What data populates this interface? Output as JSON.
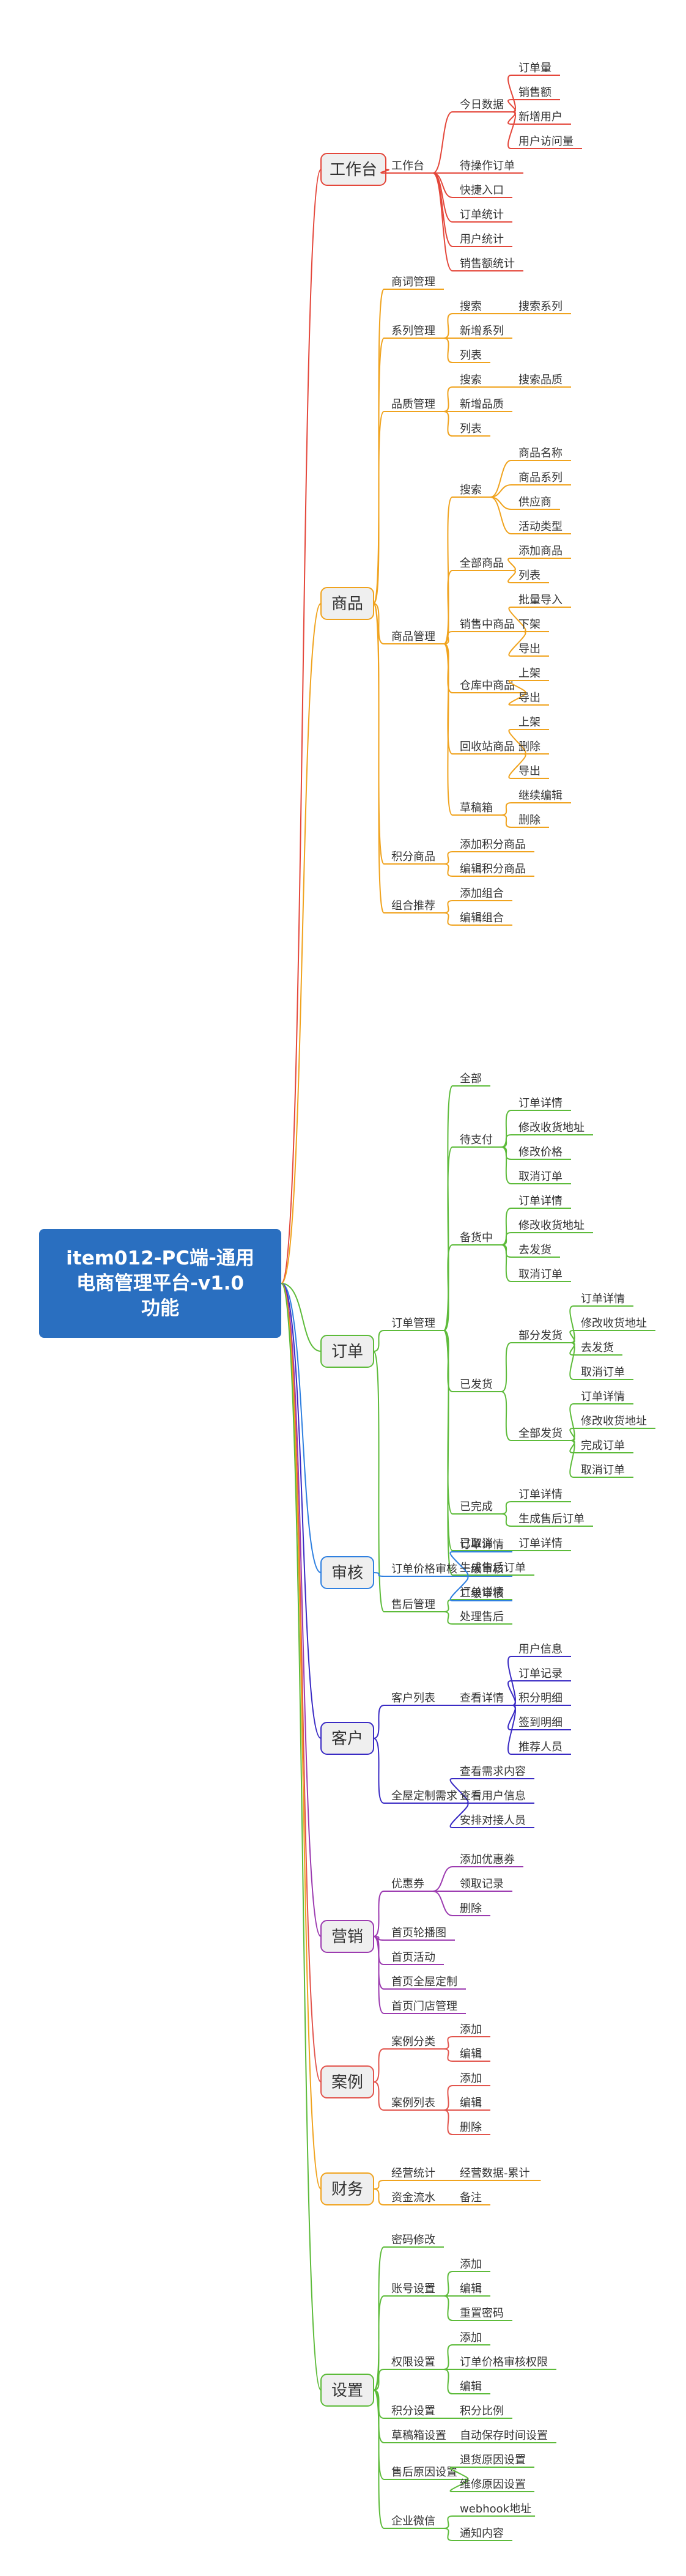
{
  "root": {
    "title": "item012-PC端-通用\n电商管理平台-v1.0\n功能"
  },
  "colors": {
    "root": "#2a6fc0",
    "工作台": "#e4473b",
    "商品": "#f0a31e",
    "订单": "#5dbb3a",
    "审核": "#2f80e0",
    "客户": "#3a2bc4",
    "营销": "#9c3bb0",
    "案例": "#e2554d",
    "财务": "#f0a31e",
    "设置": "#5dbb3a"
  },
  "branches": [
    {
      "label": "工作台",
      "children": [
        {
          "label": "工作台",
          "children": [
            {
              "label": "今日数据",
              "children": [
                {
                  "label": "订单量"
                },
                {
                  "label": "销售额"
                },
                {
                  "label": "新增用户"
                },
                {
                  "label": "用户访问量"
                }
              ]
            },
            {
              "label": "待操作订单"
            },
            {
              "label": "快捷入口"
            },
            {
              "label": "订单统计"
            },
            {
              "label": "用户统计"
            },
            {
              "label": "销售额统计"
            }
          ]
        }
      ]
    },
    {
      "label": "商品",
      "children": [
        {
          "label": "商词管理"
        },
        {
          "label": "系列管理",
          "children": [
            {
              "label": "搜索",
              "children": [
                {
                  "label": "搜索系列"
                }
              ]
            },
            {
              "label": "新增系列"
            },
            {
              "label": "列表"
            }
          ]
        },
        {
          "label": "品质管理",
          "children": [
            {
              "label": "搜索",
              "children": [
                {
                  "label": "搜索品质"
                }
              ]
            },
            {
              "label": "新增品质"
            },
            {
              "label": "列表"
            }
          ]
        },
        {
          "label": "商品管理",
          "children": [
            {
              "label": "搜索",
              "children": [
                {
                  "label": "商品名称"
                },
                {
                  "label": "商品系列"
                },
                {
                  "label": "供应商"
                },
                {
                  "label": "活动类型"
                }
              ]
            },
            {
              "label": "全部商品",
              "children": [
                {
                  "label": "添加商品"
                },
                {
                  "label": "列表"
                }
              ]
            },
            {
              "label": "销售中商品",
              "children": [
                {
                  "label": "批量导入"
                },
                {
                  "label": "下架"
                },
                {
                  "label": "导出"
                }
              ]
            },
            {
              "label": "仓库中商品",
              "children": [
                {
                  "label": "上架"
                },
                {
                  "label": "导出"
                }
              ]
            },
            {
              "label": "回收站商品",
              "children": [
                {
                  "label": "上架"
                },
                {
                  "label": "删除"
                },
                {
                  "label": "导出"
                }
              ]
            },
            {
              "label": "草稿箱",
              "children": [
                {
                  "label": "继续编辑"
                },
                {
                  "label": "删除"
                }
              ]
            }
          ]
        },
        {
          "label": "积分商品",
          "children": [
            {
              "label": "添加积分商品"
            },
            {
              "label": "编辑积分商品"
            }
          ]
        },
        {
          "label": "组合推荐",
          "children": [
            {
              "label": "添加组合"
            },
            {
              "label": "编辑组合"
            }
          ]
        }
      ]
    },
    {
      "label": "订单",
      "children": [
        {
          "label": "订单管理",
          "children": [
            {
              "label": "全部"
            },
            {
              "label": "待支付",
              "children": [
                {
                  "label": "订单详情"
                },
                {
                  "label": "修改收货地址"
                },
                {
                  "label": "修改价格"
                },
                {
                  "label": "取消订单"
                }
              ]
            },
            {
              "label": "备货中",
              "children": [
                {
                  "label": "订单详情"
                },
                {
                  "label": "修改收货地址"
                },
                {
                  "label": "去发货"
                },
                {
                  "label": "取消订单"
                }
              ]
            },
            {
              "label": "已发货",
              "children": [
                {
                  "label": "部分发货",
                  "children": [
                    {
                      "label": "订单详情"
                    },
                    {
                      "label": "修改收货地址"
                    },
                    {
                      "label": "去发货"
                    },
                    {
                      "label": "取消订单"
                    }
                  ]
                },
                {
                  "label": "全部发货",
                  "children": [
                    {
                      "label": "订单详情"
                    },
                    {
                      "label": "修改收货地址"
                    },
                    {
                      "label": "完成订单"
                    },
                    {
                      "label": "取消订单"
                    }
                  ]
                }
              ]
            },
            {
              "label": "已完成",
              "children": [
                {
                  "label": "订单详情"
                },
                {
                  "label": "生成售后订单"
                }
              ]
            },
            {
              "label": "已取消",
              "children": [
                {
                  "label": "订单详情"
                }
              ]
            },
            {
              "label": "生成售后订单"
            }
          ]
        },
        {
          "label": "售后管理",
          "children": [
            {
              "label": "订单详情"
            },
            {
              "label": "处理售后"
            }
          ]
        }
      ]
    },
    {
      "label": "审核",
      "children": [
        {
          "label": "订单价格审核",
          "children": [
            {
              "label": "订单详情"
            },
            {
              "label": "一级审核"
            },
            {
              "label": "二级审核"
            }
          ]
        }
      ]
    },
    {
      "label": "客户",
      "children": [
        {
          "label": "客户列表",
          "children": [
            {
              "label": "查看详情",
              "children": [
                {
                  "label": "用户信息"
                },
                {
                  "label": "订单记录"
                },
                {
                  "label": "积分明细"
                },
                {
                  "label": "签到明细"
                },
                {
                  "label": "推荐人员"
                }
              ]
            }
          ]
        },
        {
          "label": "全屋定制需求",
          "children": [
            {
              "label": "查看需求内容"
            },
            {
              "label": "查看用户信息"
            },
            {
              "label": "安排对接人员"
            }
          ]
        }
      ]
    },
    {
      "label": "营销",
      "children": [
        {
          "label": "优惠券",
          "children": [
            {
              "label": "添加优惠券"
            },
            {
              "label": "领取记录"
            },
            {
              "label": "删除"
            }
          ]
        },
        {
          "label": "首页轮播图"
        },
        {
          "label": "首页活动"
        },
        {
          "label": "首页全屋定制"
        },
        {
          "label": "首页门店管理"
        }
      ]
    },
    {
      "label": "案例",
      "children": [
        {
          "label": "案例分类",
          "children": [
            {
              "label": "添加"
            },
            {
              "label": "编辑"
            }
          ]
        },
        {
          "label": "案例列表",
          "children": [
            {
              "label": "添加"
            },
            {
              "label": "编辑"
            },
            {
              "label": "删除"
            }
          ]
        }
      ]
    },
    {
      "label": "财务",
      "children": [
        {
          "label": "经营统计",
          "children": [
            {
              "label": "经营数据-累计"
            }
          ]
        },
        {
          "label": "资金流水",
          "children": [
            {
              "label": "备注"
            }
          ]
        }
      ]
    },
    {
      "label": "设置",
      "children": [
        {
          "label": "密码修改"
        },
        {
          "label": "账号设置",
          "children": [
            {
              "label": "添加"
            },
            {
              "label": "编辑"
            },
            {
              "label": "重置密码"
            }
          ]
        },
        {
          "label": "权限设置",
          "children": [
            {
              "label": "添加"
            },
            {
              "label": "订单价格审核权限"
            },
            {
              "label": "编辑"
            }
          ]
        },
        {
          "label": "积分设置",
          "children": [
            {
              "label": "积分比例"
            }
          ]
        },
        {
          "label": "草稿箱设置",
          "children": [
            {
              "label": "自动保存时间设置"
            }
          ]
        },
        {
          "label": "售后原因设置",
          "children": [
            {
              "label": "退货原因设置"
            },
            {
              "label": "维修原因设置"
            }
          ]
        },
        {
          "label": "企业微信",
          "children": [
            {
              "label": "webhook地址"
            },
            {
              "label": "通知内容"
            }
          ]
        }
      ]
    }
  ]
}
